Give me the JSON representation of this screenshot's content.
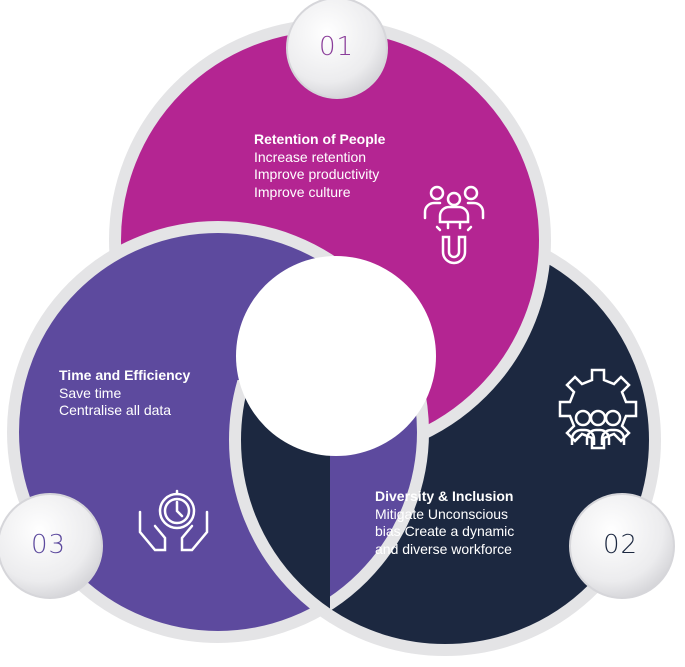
{
  "colors": {
    "magenta": "#b42592",
    "navy": "#1c2840",
    "purple": "#5d4a9e",
    "ring": "#e4e4e6"
  },
  "segments": [
    {
      "number": "01",
      "title": "Retention of People",
      "lines": [
        "Increase retention",
        "Improve productivity",
        "Improve culture"
      ],
      "icon": "people-magnet-icon"
    },
    {
      "number": "02",
      "title": "Diversity & Inclusion",
      "lines": [
        "Mitigate Unconscious",
        "bias Create a dynamic",
        "and diverse workforce"
      ],
      "icon": "team-gear-icon"
    },
    {
      "number": "03",
      "title": "Time and Efficiency",
      "lines": [
        "Save time",
        "Centralise all data"
      ],
      "icon": "hands-clock-icon"
    }
  ]
}
